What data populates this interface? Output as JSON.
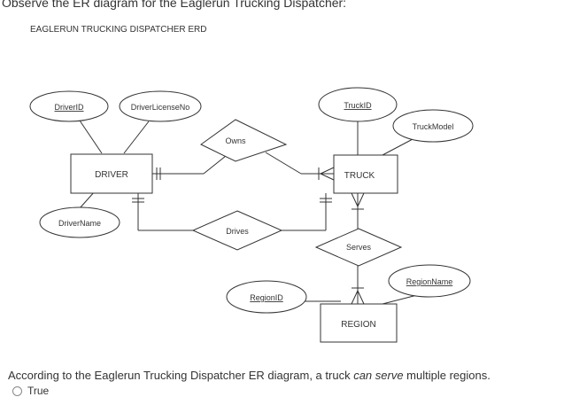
{
  "question": {
    "intro": "Observe the ER diagram for the Eaglerun Trucking Dispatcher:",
    "statement_before": "According to the Eaglerun Trucking Dispatcher ER diagram, a truck ",
    "statement_emphasis": "can serve",
    "statement_after": " multiple regions.",
    "option_true": "True"
  },
  "diagram": {
    "title": "EAGLERUN TRUCKING DISPATCHER ERD",
    "entities": {
      "driver": "DRIVER",
      "truck": "TRUCK",
      "region": "REGION"
    },
    "attributes": {
      "driver_id": "DriverID",
      "driver_license_no": "DriverLicenseNo",
      "driver_name": "DriverName",
      "truck_id": "TruckID",
      "truck_model": "TruckModel",
      "region_id": "RegionID",
      "region_name": "RegionName"
    },
    "relationships": {
      "owns": "Owns",
      "drives": "Drives",
      "serves": "Serves"
    }
  }
}
